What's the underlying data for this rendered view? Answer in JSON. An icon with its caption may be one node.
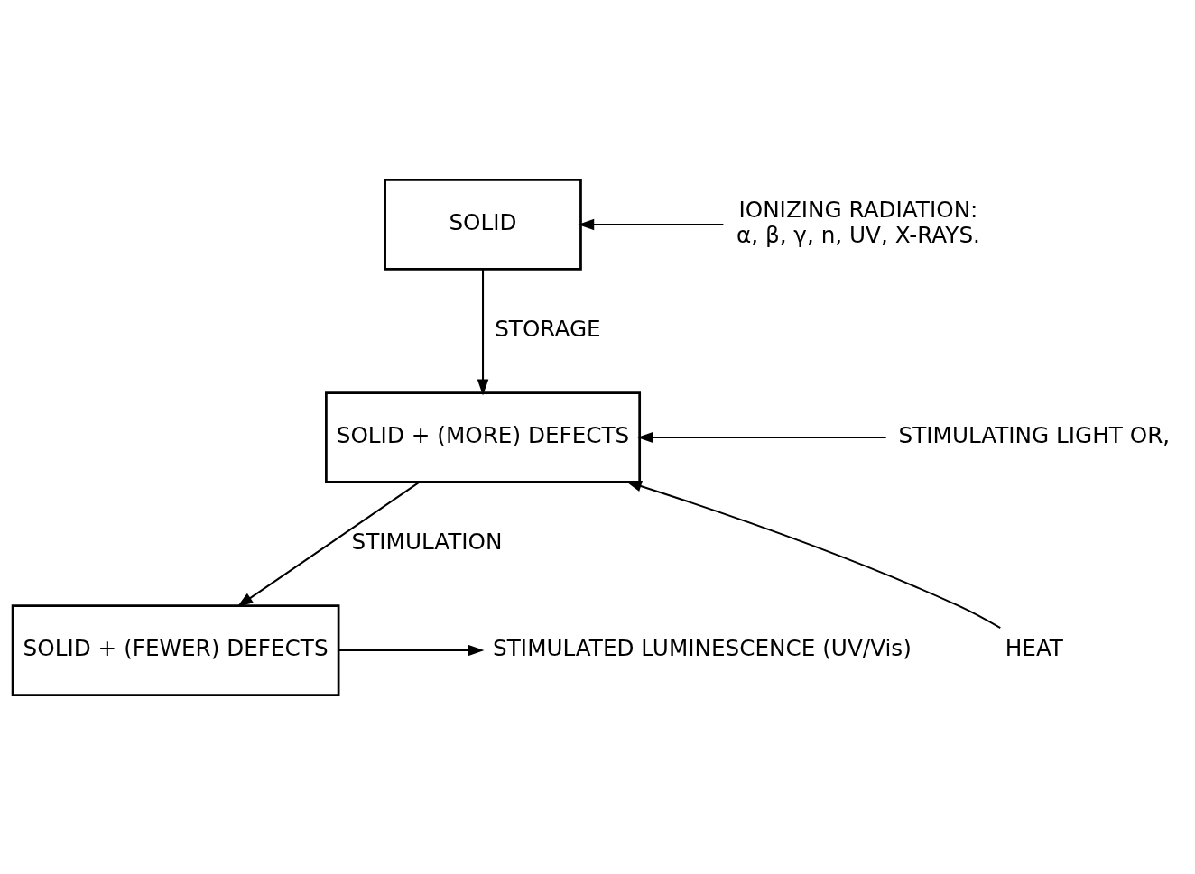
{
  "diagram": {
    "nodes": [
      {
        "text": [
          "SOLID"
        ]
      },
      {
        "text": [
          "IONIZING RADIATION:",
          "α, β, γ, n, UV, X-RAYS."
        ]
      },
      {
        "text": [
          "SOLID + (MORE) DEFECTS"
        ]
      },
      {
        "text": [
          "STIMULATING LIGHT OR,"
        ]
      },
      {
        "text": [
          "HEAT"
        ]
      },
      {
        "text": [
          "SOLID + (FEWER) DEFECTS"
        ]
      },
      {
        "text": [
          "STIMULATED LUMINESCENCE (UV/Vis)"
        ]
      }
    ],
    "edges": [
      {
        "from": 1,
        "to": 0,
        "arrow": "to"
      },
      {
        "from": 0,
        "to": 2,
        "arrow": "to",
        "label": "STORAGE"
      },
      {
        "from": 3,
        "to": 2,
        "arrow": "to"
      },
      {
        "from": 4,
        "to": 2,
        "arrow": "to"
      },
      {
        "from": 2,
        "to": 5,
        "arrow": "to",
        "label": "STIMULATION"
      },
      {
        "from": 5,
        "to": 6,
        "arrow": "to"
      }
    ]
  }
}
